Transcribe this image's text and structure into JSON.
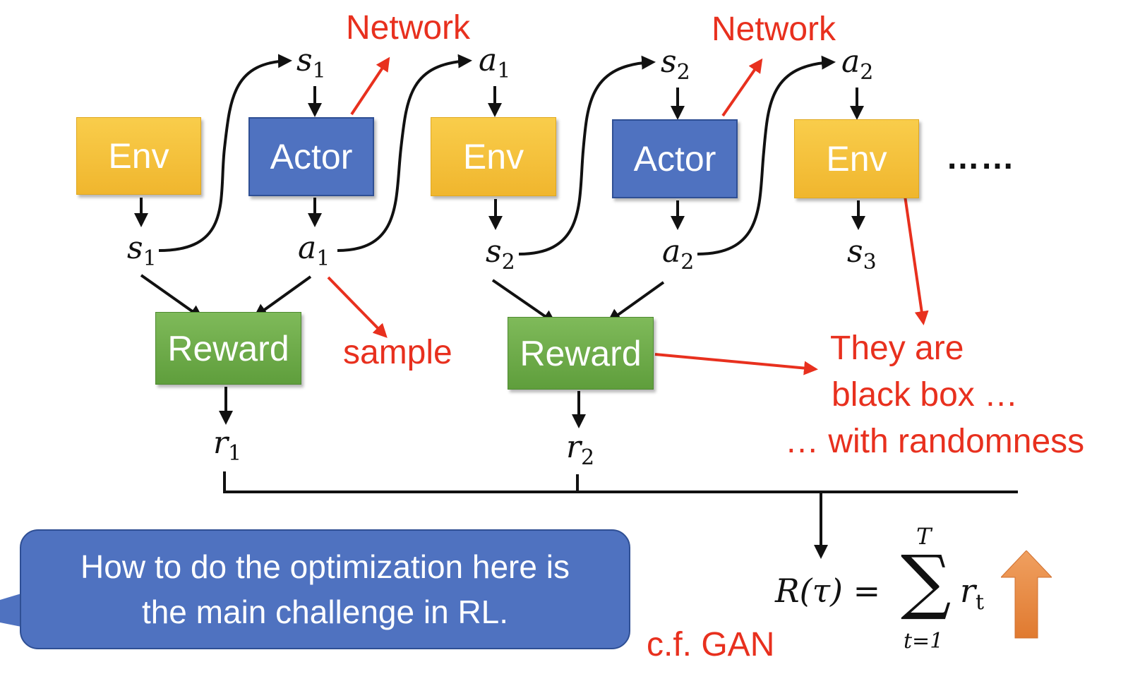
{
  "boxes": {
    "env1": "Env",
    "actor1": "Actor",
    "env2": "Env",
    "actor2": "Actor",
    "env3": "Env",
    "reward1": "Reward",
    "reward2": "Reward"
  },
  "symbols": {
    "s1_top": {
      "base": "s",
      "sub": "1"
    },
    "a1_top": {
      "base": "a",
      "sub": "1"
    },
    "s2_top": {
      "base": "s",
      "sub": "2"
    },
    "a2_top": {
      "base": "a",
      "sub": "2"
    },
    "s1": {
      "base": "s",
      "sub": "1"
    },
    "a1": {
      "base": "a",
      "sub": "1"
    },
    "s2": {
      "base": "s",
      "sub": "2"
    },
    "a2": {
      "base": "a",
      "sub": "2"
    },
    "s3": {
      "base": "s",
      "sub": "3"
    },
    "r1": {
      "base": "r",
      "sub": "1"
    },
    "r2": {
      "base": "r",
      "sub": "2"
    }
  },
  "annotations": {
    "network1": "Network",
    "network2": "Network",
    "sample": "sample",
    "black_box_line1": "They are",
    "black_box_line2": "black box …",
    "black_box_line3": "… with randomness",
    "cf_gan": "c.f. GAN",
    "ellipsis": "……"
  },
  "formula": {
    "lhs": "R(τ) =",
    "upper": "T",
    "lower": "t=1",
    "term_base": "r",
    "term_sub": "t"
  },
  "callout": {
    "line1": "How to do the optimization here is",
    "line2": "the main challenge in RL."
  },
  "colors": {
    "env": "#f5c242",
    "actor": "#4f72c0",
    "reward": "#6aa84f",
    "annotation_red": "#e8301e",
    "up_arrow": "#e8803a"
  }
}
